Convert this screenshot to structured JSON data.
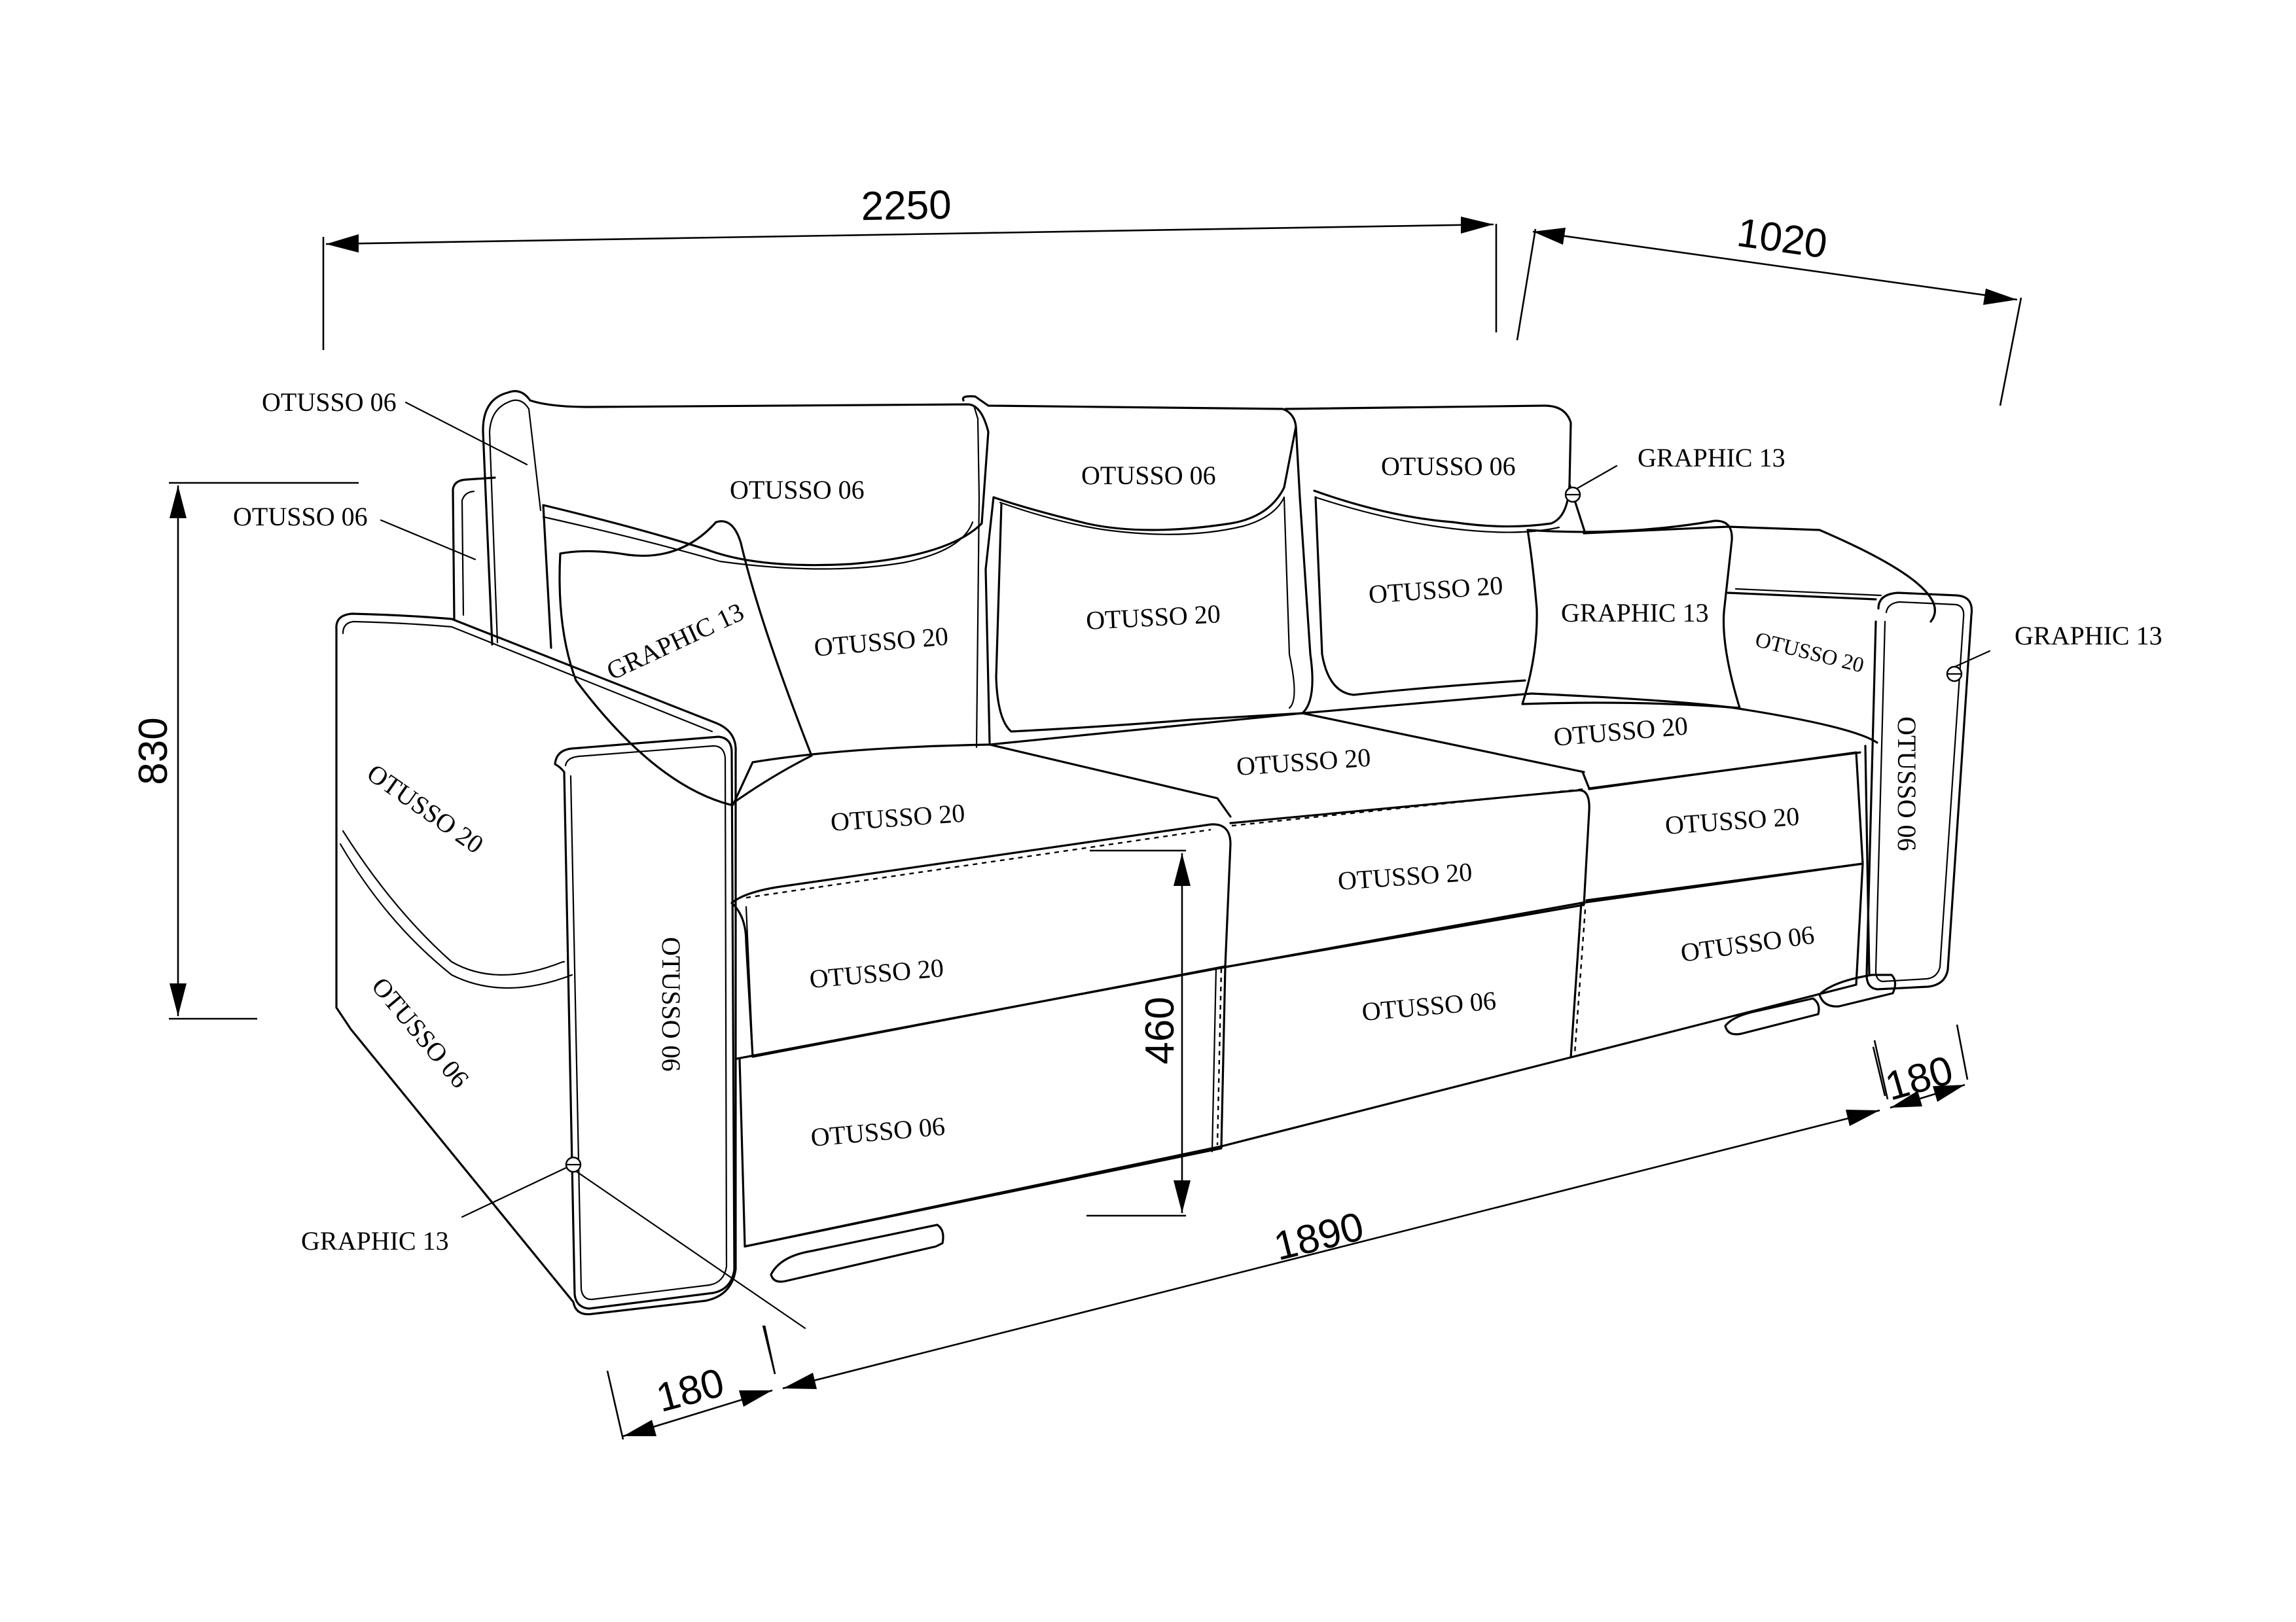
{
  "dimensions": {
    "overall_width": "2250",
    "depth": "1020",
    "height": "830",
    "seat_height": "460",
    "seat_width": "1890",
    "armrest_left": "180",
    "armrest_right": "180"
  },
  "callouts": {
    "back_top_left": "OTUSSO 06",
    "back_side_left": "OTUSSO 06",
    "leg_marker_left": "GRAPHIC 13",
    "back_marker_right": "GRAPHIC 13",
    "arm_marker_right": "GRAPHIC 13"
  },
  "fabric_labels": {
    "back_cushion_left": "OTUSSO 06",
    "back_cushion_mid": "OTUSSO 06",
    "back_cushion_right": "OTUSSO 06",
    "back_lower_left": "OTUSSO 20",
    "back_lower_mid": "OTUSSO 20",
    "back_lower_right": "OTUSSO 20",
    "pillow_left": "GRAPHIC 13",
    "pillow_right": "GRAPHIC 13",
    "seat_top_left": "OTUSSO 20",
    "seat_top_mid": "OTUSSO 20",
    "seat_top_right": "OTUSSO 20",
    "seat_front_left": "OTUSSO 20",
    "seat_front_mid": "OTUSSO 20",
    "seat_front_right": "OTUSSO 20",
    "base_left": "OTUSSO 06",
    "base_mid": "OTUSSO 06",
    "base_right": "OTUSSO 06",
    "right_arm_inner": "OTUSSO 20",
    "right_arm_front": "OTUSSO 06",
    "left_arm_front": "OTUSSO 06",
    "left_arm_side_top": "OTUSSO 20",
    "left_arm_side_bottom": "OTUSSO 06"
  }
}
